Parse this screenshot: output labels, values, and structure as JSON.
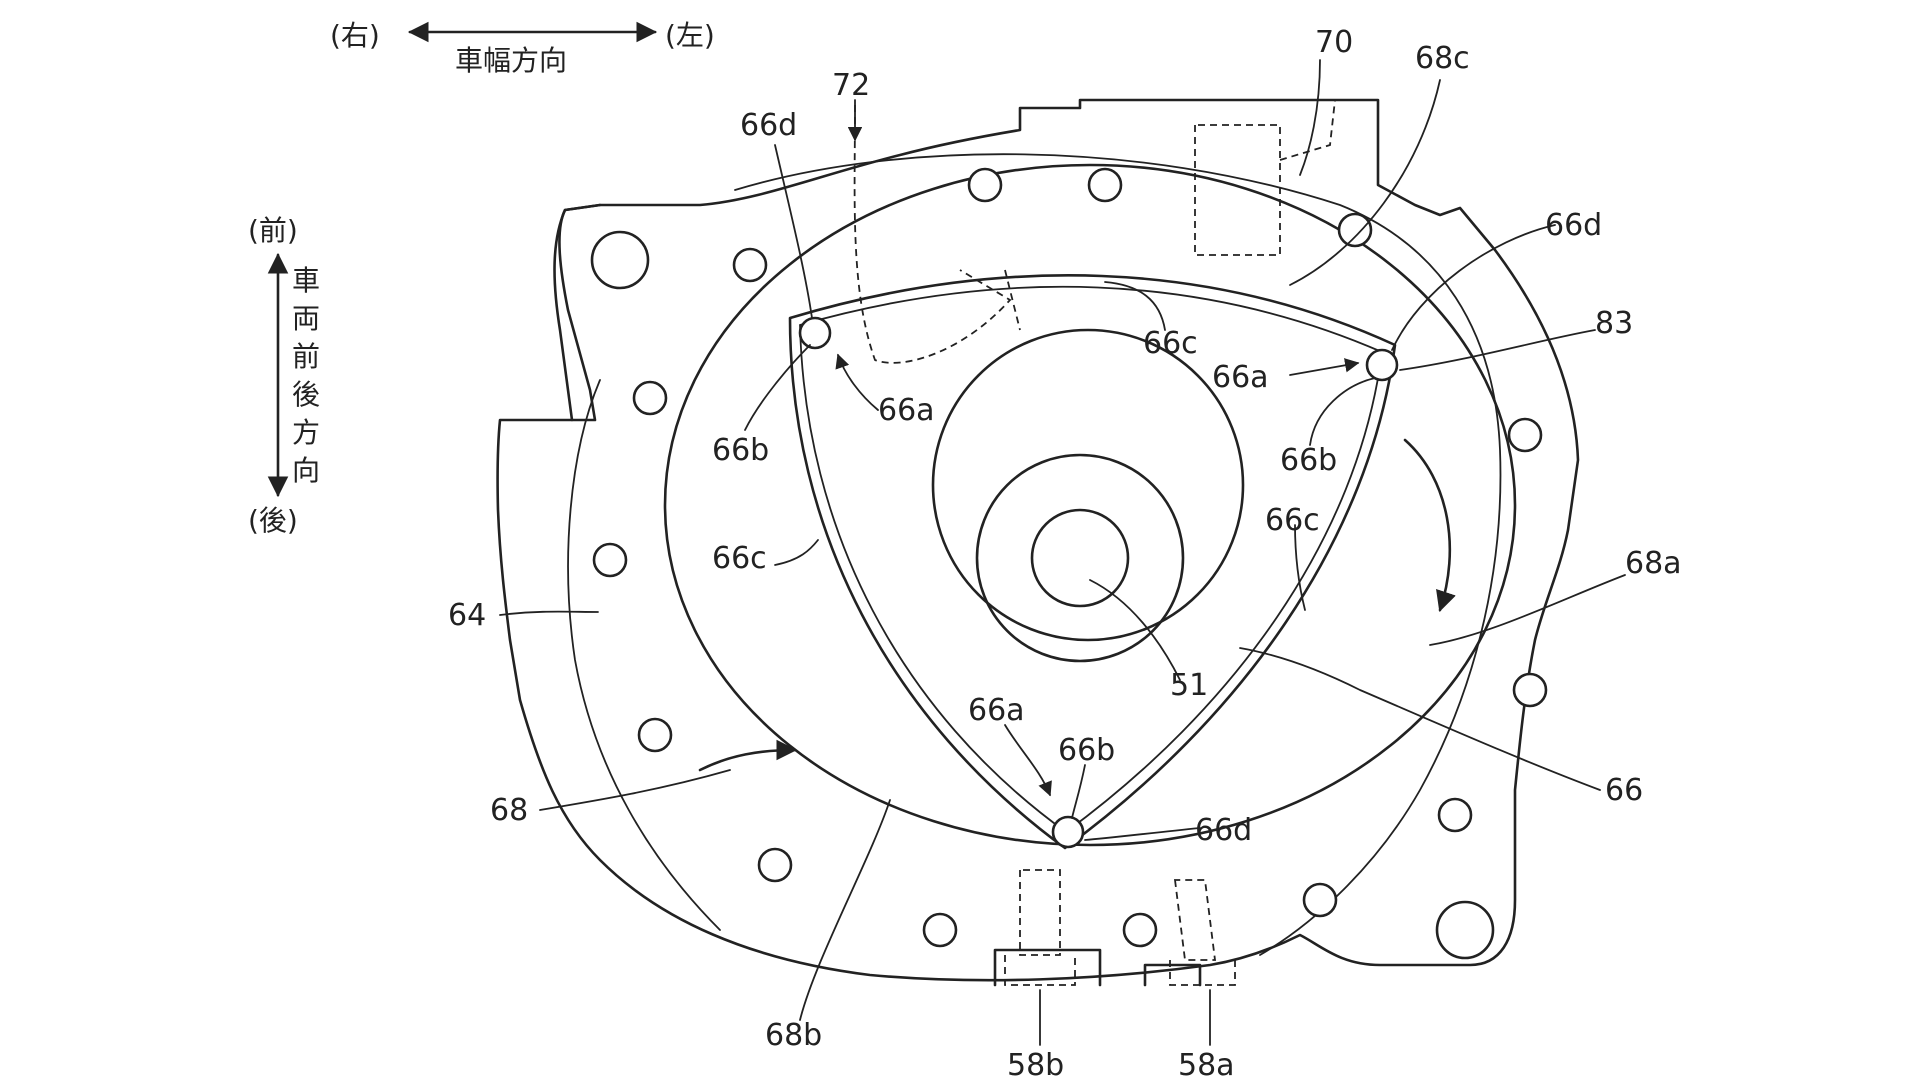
{
  "orientation": {
    "width_right": "(右)",
    "width_left": "(左)",
    "width_dir": "車幅方向",
    "front": "(前)",
    "rear": "(後)",
    "fore_aft_dir": [
      "車",
      "両",
      "前",
      "後",
      "方",
      "向"
    ]
  },
  "labels": {
    "n70": "70",
    "n68c": "68c",
    "n72": "72",
    "n66d_tl": "66d",
    "n66d_tr": "66d",
    "n83": "83",
    "n66c_top": "66c",
    "n66a_right": "66a",
    "n66a_left": "66a",
    "n66b_left": "66b",
    "n66b_right": "66b",
    "n66c_left": "66c",
    "n66c_right": "66c",
    "n68a": "68a",
    "n64": "64",
    "n51": "51",
    "n66a_bottom": "66a",
    "n66b_bottom": "66b",
    "n66": "66",
    "n68": "68",
    "n66d_bottom": "66d",
    "n68b": "68b",
    "n58b": "58b",
    "n58a": "58a"
  }
}
